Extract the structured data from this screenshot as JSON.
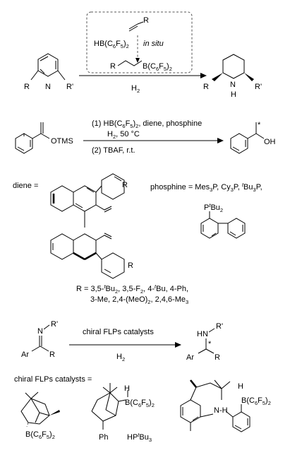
{
  "reaction1": {
    "insitu_reagent": "HB(C6F5)2",
    "insitu_label": "in situ",
    "alkene_r": "R",
    "borane_r": "R",
    "borane_group": "B(C6F5)2",
    "reagent_h2": "H2",
    "pyridine_r": "R",
    "pyridine_n": "N",
    "pyridine_r2": "R'",
    "product_r": "R",
    "product_n": "N",
    "product_h": "H",
    "product_r2": "R'"
  },
  "reaction2": {
    "step1": "(1) HB(C6F5)2, diene, phosphine",
    "conditions": "H2, 50 °C",
    "step2": "(2) TBAF, r.t.",
    "substrate_group": "OTMS",
    "product_group": "OH",
    "stereo_mark": "*"
  },
  "definitions": {
    "diene_label": "diene =",
    "phosphine_label": "phosphine = Mes3P, Cy3P, tBu3P,",
    "aryl_r_top": "R",
    "aryl_r_bottom": "R",
    "biphenyl_phosphine": "PtBu2",
    "r_line1": "R = 3,5-tBu2, 3,5-F2, 4-tBu, 4-Ph,",
    "r_line2": "3-Me, 2,4-(MeO)2, 2,4,6-Me3"
  },
  "reaction3": {
    "catalyst_label": "chiral FLPs catalysts",
    "reagent_h2": "H2",
    "imine_n": "N",
    "imine_r2": "R'",
    "imine_ar": "Ar",
    "imine_r": "R",
    "amine_hn": "HN",
    "amine_r2": "R'",
    "amine_ar": "Ar",
    "amine_r": "R",
    "stereo_mark": "*"
  },
  "catalysts": {
    "title": "chiral FLPs catalysts =",
    "cat1_borane": "B(C6F5)2",
    "cat2_borane": "B(C6F5)2",
    "cat2_h": "H",
    "cat2_ph": "Ph",
    "cat2_phosphonium": "HPtBu3",
    "cat3_h": "H",
    "cat3_borane": "B(C6F5)2",
    "cat3_nh": "N-H"
  }
}
